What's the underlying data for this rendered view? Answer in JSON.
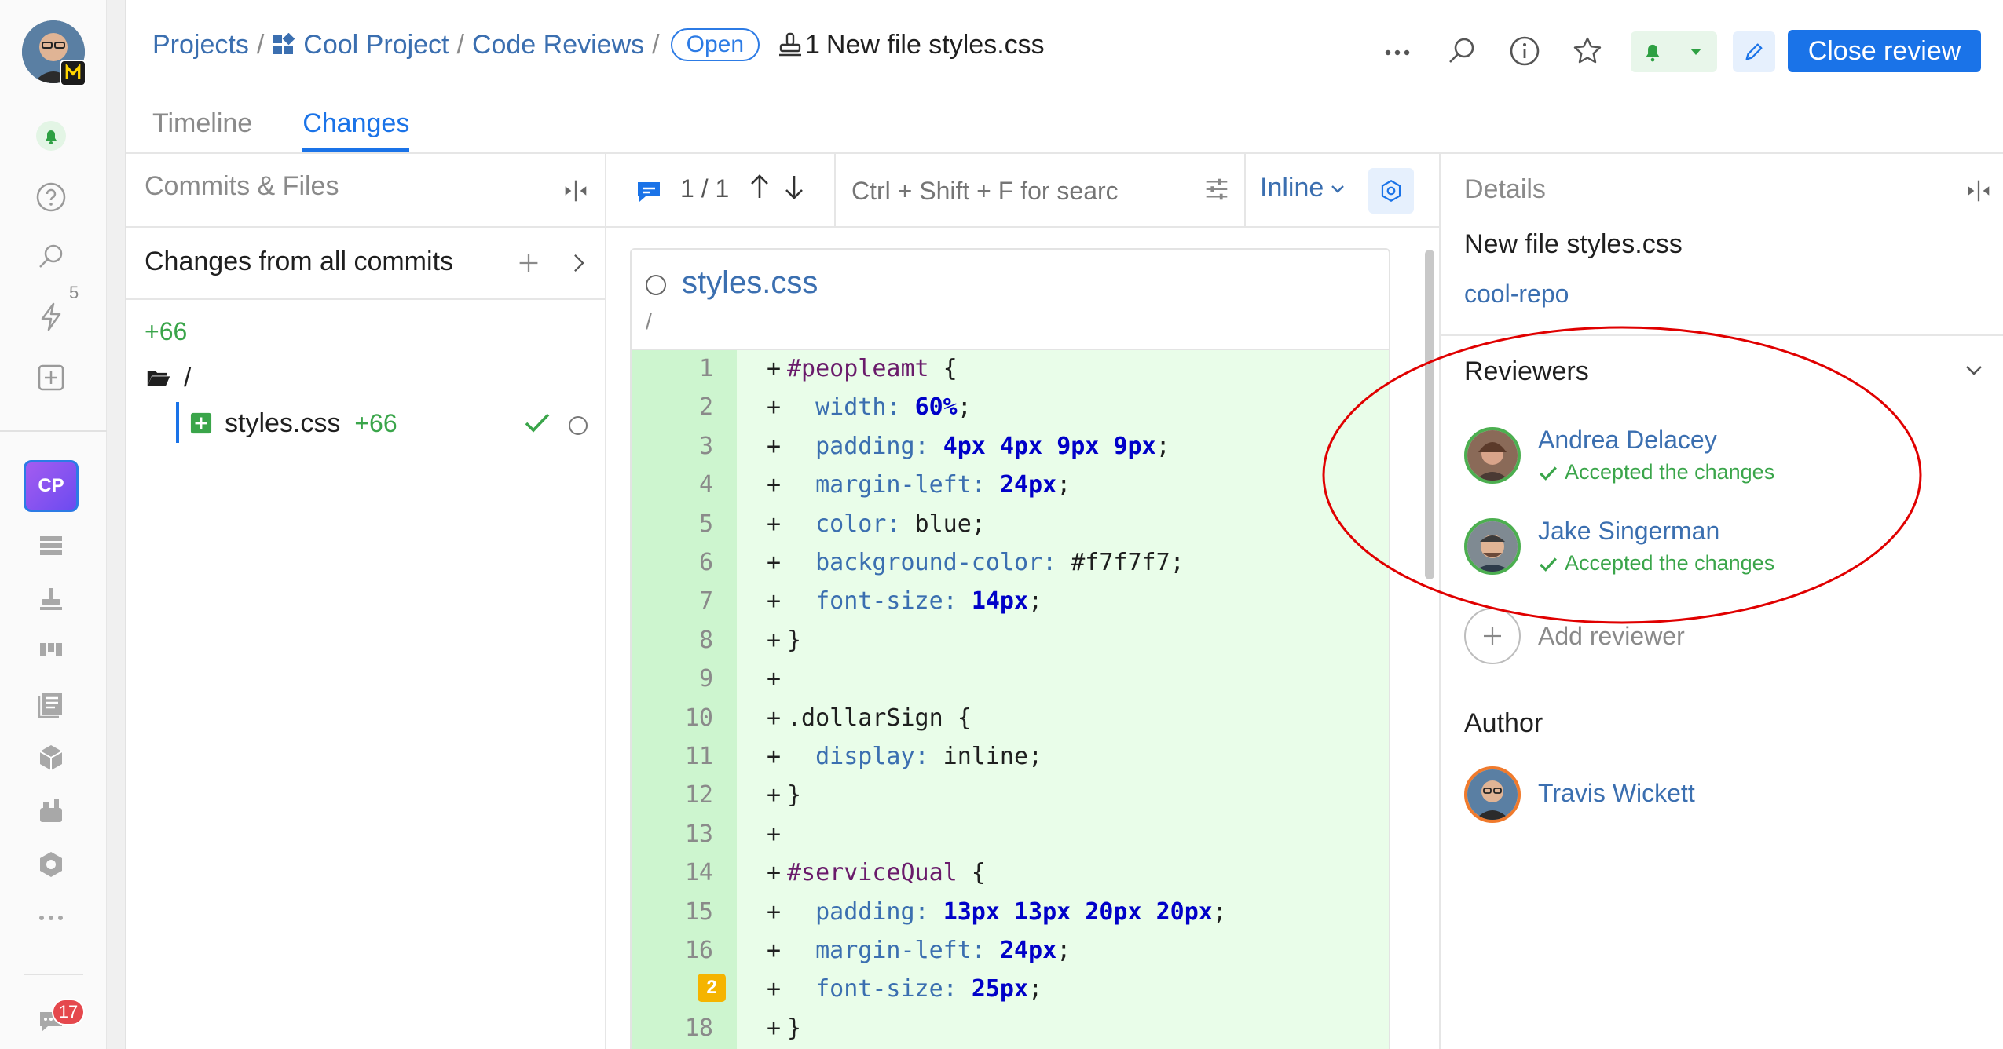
{
  "rail": {
    "activity_count": "5",
    "project_badge": "CP",
    "chat_count": "17"
  },
  "header": {
    "breadcrumb": {
      "projects": "Projects",
      "project": "Cool Project",
      "reviews": "Code Reviews",
      "state": "Open"
    },
    "review_number": "1",
    "review_title": "New file styles.css",
    "close_label": "Close review"
  },
  "tabs": [
    {
      "label": "Timeline",
      "active": false
    },
    {
      "label": "Changes",
      "active": true
    }
  ],
  "commits_panel": {
    "title": "Commits & Files",
    "changes_label": "Changes from all commits",
    "total_added": "+66",
    "folder": "/",
    "file": {
      "name": "styles.css",
      "added": "+66"
    }
  },
  "diff_toolbar": {
    "position": "1 / 1",
    "search_placeholder": "Ctrl + Shift + F for search",
    "view_mode": "Inline"
  },
  "diff": {
    "file_name": "styles.css",
    "file_path": "/",
    "lines": [
      {
        "n": "1",
        "text": "#peopleamt {"
      },
      {
        "n": "2",
        "text": "  width: 60%;"
      },
      {
        "n": "3",
        "text": "  padding: 4px 4px 9px 9px;"
      },
      {
        "n": "4",
        "text": "  margin-left: 24px;"
      },
      {
        "n": "5",
        "text": "  color: blue;"
      },
      {
        "n": "6",
        "text": "  background-color: #f7f7f7;"
      },
      {
        "n": "7",
        "text": "  font-size: 14px;"
      },
      {
        "n": "8",
        "text": "}"
      },
      {
        "n": "9",
        "text": ""
      },
      {
        "n": "10",
        "text": ".dollarSign {"
      },
      {
        "n": "11",
        "text": "  display: inline;"
      },
      {
        "n": "12",
        "text": "}"
      },
      {
        "n": "13",
        "text": ""
      },
      {
        "n": "14",
        "text": "#serviceQual {"
      },
      {
        "n": "15",
        "text": "  padding: 13px 13px 20px 20px;"
      },
      {
        "n": "16",
        "text": "  margin-left: 24px;"
      },
      {
        "n": "17",
        "text": "  font-size: 25px;",
        "badge": "2"
      },
      {
        "n": "18",
        "text": "}"
      }
    ]
  },
  "details": {
    "title": "Details",
    "review_title": "New file styles.css",
    "repo": "cool-repo",
    "reviewers_title": "Reviewers",
    "reviewers": [
      {
        "name": "Andrea Delacey",
        "status": "Accepted the changes"
      },
      {
        "name": "Jake Singerman",
        "status": "Accepted the changes"
      }
    ],
    "add_reviewer": "Add reviewer",
    "author_title": "Author",
    "author": "Travis Wickett"
  },
  "colors": {
    "accent": "#1a73e8",
    "link": "#3b6fb0",
    "added_bg": "#e9fde9",
    "added_gutter": "#cdf5cf",
    "accepted": "#3aa54a",
    "annotation": "#e00000"
  }
}
